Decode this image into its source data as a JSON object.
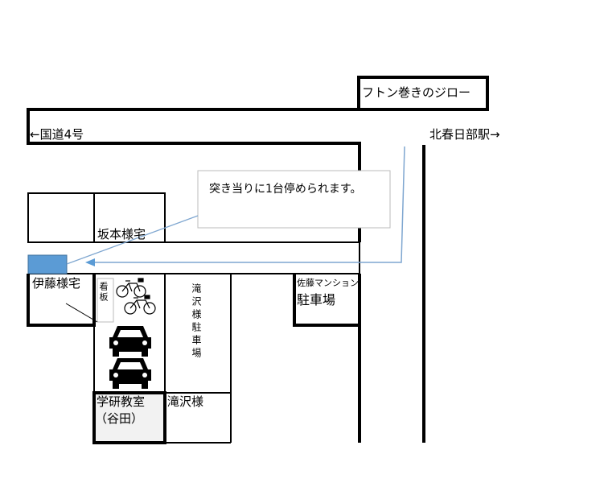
{
  "labels": {
    "futon_shop": "フトン巻きのジロー",
    "route4": "←国道4号",
    "station": "北春日部駅→",
    "callout": "突き当りに1台停められます。",
    "sakamoto": "坂本様宅",
    "ito": "伊藤様宅",
    "signboard": "看板",
    "takizawa_parking": "滝沢様駐車場",
    "sato_mansion": "佐藤マンション",
    "sato_parking": "駐車場",
    "gakken": "学研教室",
    "gakken_sub": "（谷田）",
    "takizawa": "滝沢様"
  },
  "icons": [
    "bicycle-icon",
    "bicycle-icon",
    "car-icon",
    "car-icon"
  ],
  "colors": {
    "parking_spot": "#5b9bd5",
    "arrow": "#7ea6d0",
    "gakken_fill": "#f2f2f2"
  }
}
